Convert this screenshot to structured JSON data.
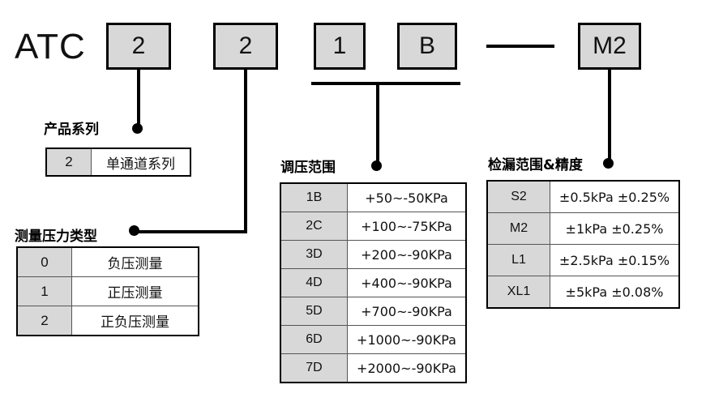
{
  "model_code": {
    "brand": "ATC",
    "segments": [
      {
        "label": "2",
        "name": "series-digit"
      },
      {
        "label": "2",
        "name": "pressure-type-digit"
      },
      {
        "label": "1",
        "name": "range-digit-1"
      },
      {
        "label": "B",
        "name": "range-digit-2"
      },
      {
        "label": "M2",
        "name": "leak-code"
      }
    ],
    "separator": "—"
  },
  "sections": {
    "series": {
      "caption": "产品系列",
      "rows": [
        {
          "code": "2",
          "value": "单通道系列"
        }
      ]
    },
    "pressure_type": {
      "caption": "测量压力类型",
      "rows": [
        {
          "code": "0",
          "value": "负压测量"
        },
        {
          "code": "1",
          "value": "正压测量"
        },
        {
          "code": "2",
          "value": "正负压测量"
        }
      ]
    },
    "pressure_range": {
      "caption": "调压范围",
      "rows": [
        {
          "code": "1B",
          "value": "+50~-50KPa"
        },
        {
          "code": "2C",
          "value": "+100~-75KPa"
        },
        {
          "code": "3D",
          "value": "+200~-90KPa"
        },
        {
          "code": "4D",
          "value": "+400~-90KPa"
        },
        {
          "code": "5D",
          "value": "+700~-90KPa"
        },
        {
          "code": "6D",
          "value": "+1000~-90KPa"
        },
        {
          "code": "7D",
          "value": "+2000~-90KPa"
        }
      ]
    },
    "leak_detection": {
      "caption": "检漏范围&精度",
      "rows": [
        {
          "code": "S2",
          "value": "±0.5kPa ±0.25%"
        },
        {
          "code": "M2",
          "value": "±1kPa ±0.25%"
        },
        {
          "code": "L1",
          "value": "±2.5kPa ±0.15%"
        },
        {
          "code": "XL1",
          "value": "±5kPa ±0.08%"
        }
      ]
    }
  },
  "colors": {
    "box_fill": "#d8d8d8",
    "line": "#000000",
    "background": "#ffffff"
  }
}
